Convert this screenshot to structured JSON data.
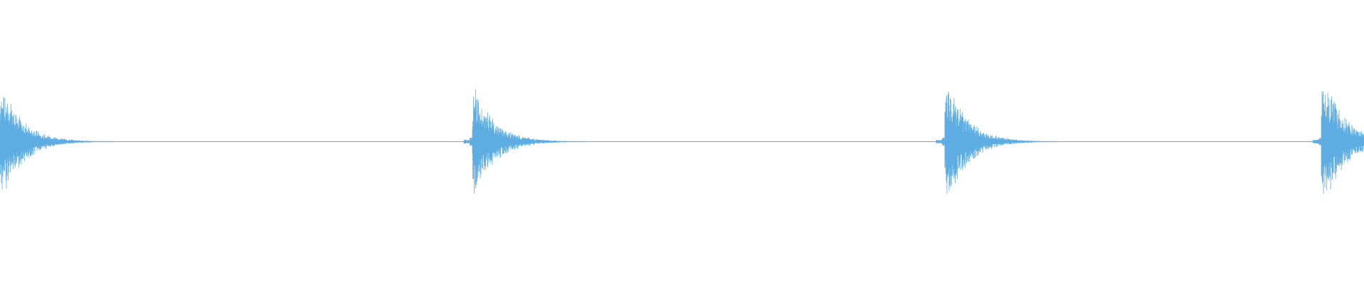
{
  "waveform": {
    "color": "#5dade2",
    "background": "#ffffff",
    "duration_units": 1920,
    "hits": [
      {
        "start": 0,
        "peak_amplitude": 0.86,
        "pre_attack": 0
      },
      {
        "start": 665,
        "peak_amplitude": 0.82,
        "pre_attack": 1
      },
      {
        "start": 1330,
        "peak_amplitude": 0.92,
        "pre_attack": 1
      },
      {
        "start": 1860,
        "peak_amplitude": 1.0,
        "pre_attack": 1
      }
    ]
  }
}
